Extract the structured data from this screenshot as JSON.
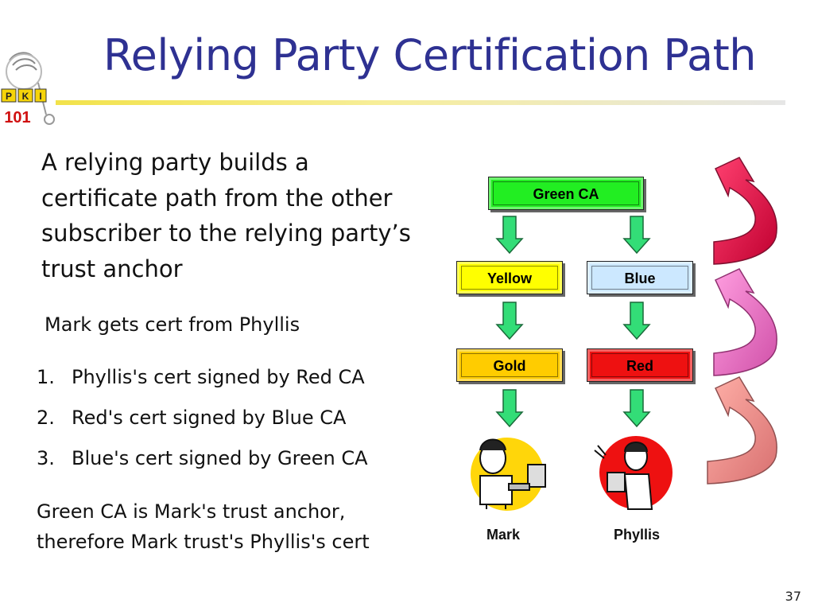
{
  "slide": {
    "title": "Relying Party Certification Path",
    "page_number": "37",
    "logo": {
      "text": "PKI 101",
      "letters": [
        "P",
        "K",
        "I"
      ],
      "number": "101"
    }
  },
  "content": {
    "intro": "A relying party builds a certificate path from the other subscriber to the relying party’s trust anchor",
    "subhead": "Mark gets cert from Phyllis",
    "steps": [
      {
        "num": "1.",
        "text": "Phyllis's cert signed by Red CA"
      },
      {
        "num": "2.",
        "text": "Red's cert signed by Blue CA"
      },
      {
        "num": "3.",
        "text": "Blue's cert signed by Green CA"
      }
    ],
    "conclusion": "Green CA is Mark's trust anchor, therefore Mark trust's Phyllis's cert"
  },
  "diagram": {
    "root": {
      "label": "Green CA",
      "color": "#22ee22"
    },
    "left": [
      {
        "label": "Yellow",
        "color": "#ffff00",
        "text_color": "#000000"
      },
      {
        "label": "Gold",
        "color": "#ffcc00",
        "text_color": "#000000"
      }
    ],
    "right": [
      {
        "label": "Blue",
        "color": "#cce8ff",
        "text_color": "#000000"
      },
      {
        "label": "Red",
        "color": "#ee1111",
        "text_color": "#000000"
      }
    ],
    "people": [
      {
        "name": "Mark",
        "backdrop": "#ffd60a",
        "icon": "person-at-computer-icon"
      },
      {
        "name": "Phyllis",
        "backdrop": "#ee1111",
        "icon": "person-on-phone-icon"
      }
    ],
    "arrow_color": "#33dd77",
    "curved_arrows": [
      "#e8104a",
      "#f080c8",
      "#f49090"
    ]
  }
}
